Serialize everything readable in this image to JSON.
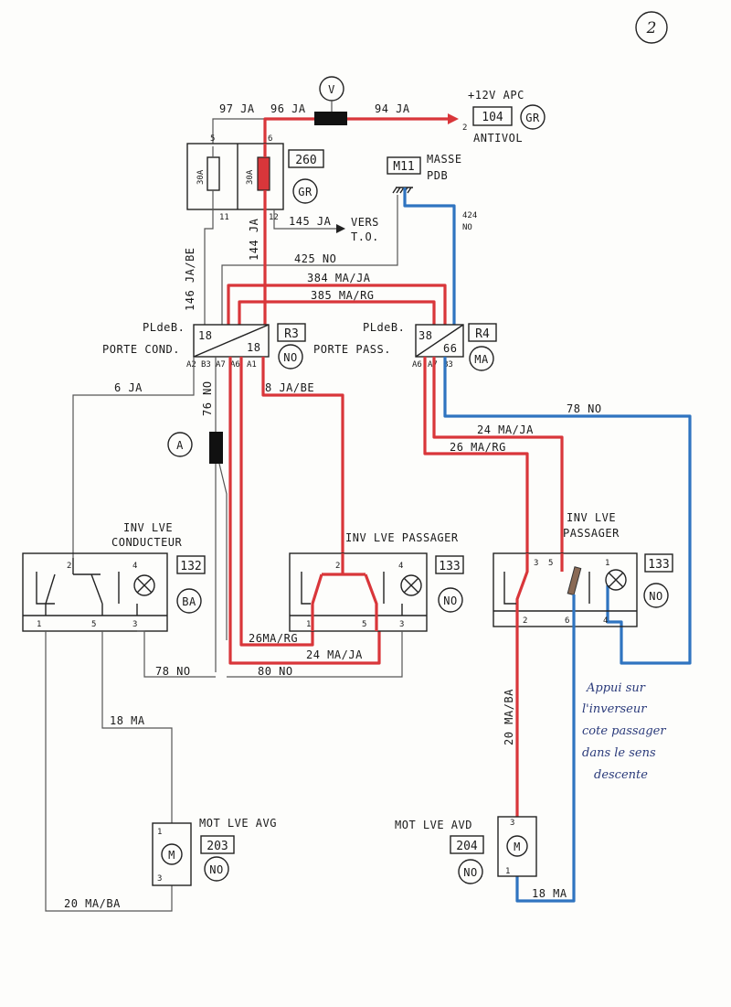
{
  "page_number": "2",
  "top": {
    "v_marker": "V",
    "w97": "97 JA",
    "w96": "96 JA",
    "w94": "94 JA",
    "apc": "+12V APC",
    "antivol_pin": "2",
    "antivol_box": "104",
    "antivol_label": "ANTIVOL",
    "antivol_color": "GR",
    "fuse_box": "260",
    "fuse_color": "GR",
    "fuse_a": "30A",
    "fuse_b": "30A",
    "pin5": "5",
    "pin6": "6",
    "pin11": "11",
    "pin12": "12",
    "w145": "145 JA",
    "vers": "VERS",
    "to": "T.O.",
    "masse_box": "M11",
    "masse": "MASSE",
    "pdb": "PDB",
    "w424": "424",
    "w424c": "NO",
    "w146": "146 JA/BE",
    "w144": "144 JA",
    "w425": "425 NO",
    "w384": "384 MA/JA",
    "w385": "385 MA/RG"
  },
  "r3": {
    "title1": "PLdeB.",
    "title2": "PORTE COND.",
    "pin_l": "18",
    "pin_r": "18",
    "box": "R3",
    "color": "NO",
    "pins": [
      "A2",
      "B3",
      "A7",
      "A6",
      "A1"
    ]
  },
  "r4": {
    "title1": "PLdeB.",
    "title2": "PORTE PASS.",
    "pin_l": "38",
    "pin_r": "66",
    "box": "R4",
    "color": "MA",
    "pins": [
      "A6",
      "A7",
      "B3"
    ]
  },
  "mid": {
    "w6": "6 JA",
    "w8": "8 JA/BE",
    "w76": "76 NO",
    "a_marker": "A",
    "w78a": "78 NO",
    "w24a": "24 MA/JA",
    "w26a": "26 MA/RG"
  },
  "sw132": {
    "title1": "INV LVE",
    "title2": "CONDUCTEUR",
    "box": "132",
    "color": "BA",
    "pins": [
      "2",
      "4",
      "1",
      "5",
      "3"
    ]
  },
  "sw133a": {
    "title": "INV LVE PASSAGER",
    "box": "133",
    "color": "NO",
    "pins": [
      "2",
      "4",
      "1",
      "5",
      "3"
    ]
  },
  "sw133b": {
    "title1": "INV LVE",
    "title2": "PASSAGER",
    "box": "133",
    "color": "NO",
    "pins": [
      "3",
      "5",
      "1",
      "2",
      "6",
      "4"
    ]
  },
  "low": {
    "w26b": "26MA/RG",
    "w24b": "24 MA/JA",
    "w78b": "78 NO",
    "w80": "80 NO",
    "w18a": "18 MA",
    "w20a": "20 MA/BA",
    "w20b": "20 MA/BA",
    "w18b": "18 MA"
  },
  "motor_avg": {
    "title": "MOT LVE AVG",
    "box": "203",
    "color": "NO",
    "pin1": "1",
    "pin3": "3",
    "sym": "M"
  },
  "motor_avd": {
    "title": "MOT LVE AVD",
    "box": "204",
    "color": "NO",
    "pin3": "3",
    "pin1": "1",
    "sym": "M"
  },
  "note": [
    "Appui sur",
    "l'inverseur",
    "cote passager",
    "dans le sens",
    "descente"
  ]
}
